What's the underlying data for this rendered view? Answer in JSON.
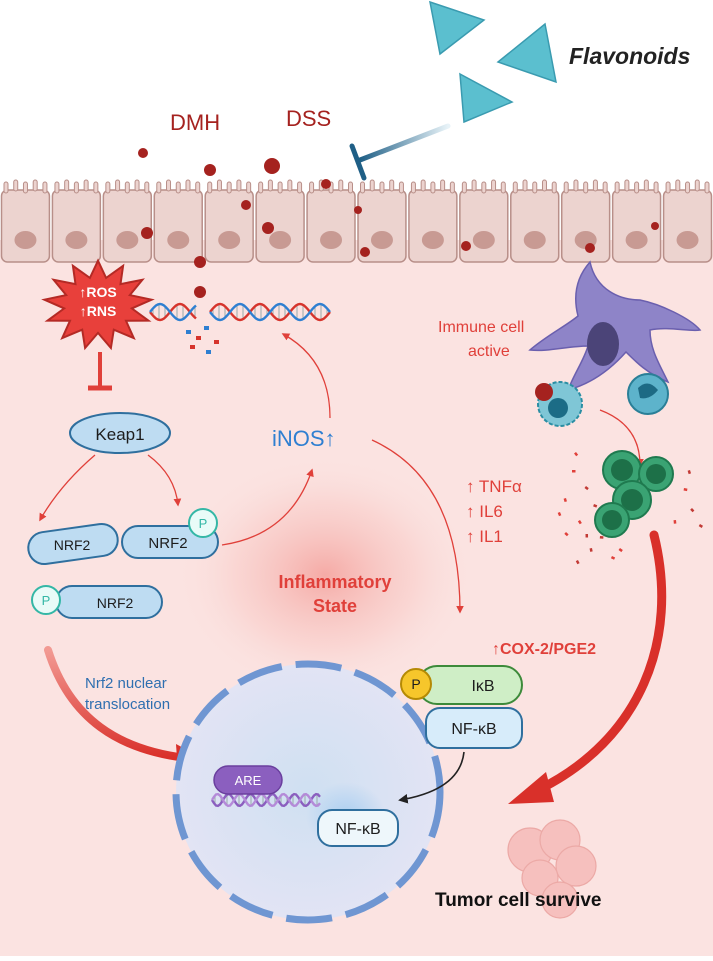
{
  "labels": {
    "flavonoids": "Flavonoids",
    "dmh": "DMH",
    "dss": "DSS",
    "ros": "↑ROS",
    "rns": "↑RNS",
    "keap1": "Keap1",
    "nrf2_a": "NRF2",
    "nrf2_b": "NRF2",
    "nrf2_c": "NRF2",
    "p_b": "P",
    "p_c": "P",
    "inos": "iNOS↑",
    "immune_line1": "Immune cell",
    "immune_line2": "active",
    "tnfa": "↑ TNFα",
    "il6": "↑ IL6",
    "il1": "↑ IL1",
    "inflam_line1": "Inflammatory",
    "inflam_line2": "State",
    "cox2": "↑COX-2/PGE2",
    "nrf2_trans_line1": "Nrf2 nuclear",
    "nrf2_trans_line2": "translocation",
    "p_ikb": "P",
    "ikb": "IκB",
    "nfkb_cyto": "NF-κB",
    "are": "ARE",
    "nfkb_nuc": "NF-κB",
    "tumor": "Tumor cell survive"
  },
  "colors": {
    "dark_red": "#a5221f",
    "red": "#e0403a",
    "blue_text": "#2f7fd1",
    "tissue": "#fbe3e1",
    "cell_fill": "#ecd3cf",
    "nucleus": "#c89a93",
    "protein_blue": "#bedcf2",
    "protein_stroke": "#2f6f9e",
    "triangle": "#5bbfcf",
    "yellow": "#f6c62b",
    "green_ikb": "#cfeec6",
    "purple": "#8b5fbf"
  }
}
